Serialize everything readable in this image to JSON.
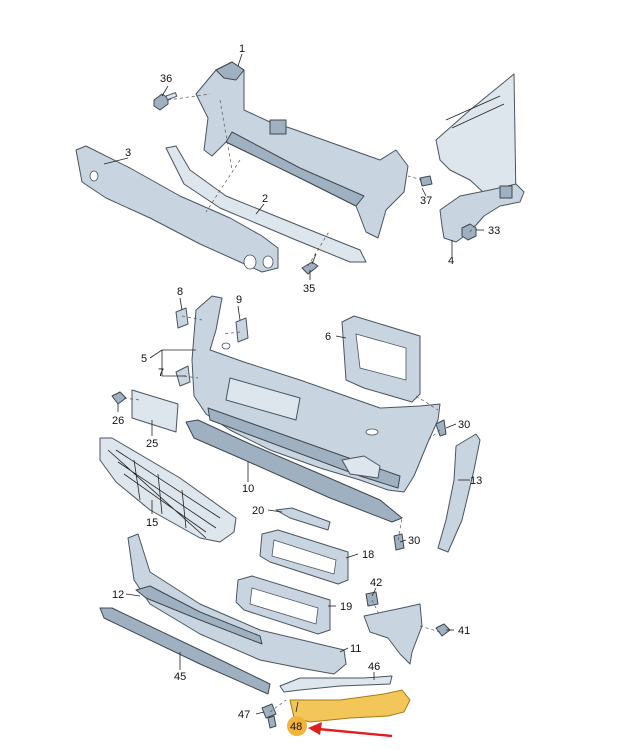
{
  "labels": {
    "p1": "1",
    "p2": "2",
    "p3": "3",
    "p4": "4",
    "p5": "5",
    "p6": "6",
    "p7": "7",
    "p8": "8",
    "p9": "9",
    "p10": "10",
    "p11": "11",
    "p12": "12",
    "p13": "13",
    "p15": "15",
    "p18": "18",
    "p19": "19",
    "p20": "20",
    "p25": "25",
    "p26": "26",
    "p30a": "30",
    "p30b": "30",
    "p33": "33",
    "p35": "35",
    "p36": "36",
    "p37": "37",
    "p41": "41",
    "p42": "42",
    "p45": "45",
    "p46": "46",
    "p47": "47",
    "p48": "48"
  },
  "colors": {
    "highlight_badge": "#f2b33a",
    "highlight_part": "#f3c65a",
    "arrow": "#e02020",
    "part_fill": "#c8d4e0"
  },
  "highlighted_part": "48"
}
